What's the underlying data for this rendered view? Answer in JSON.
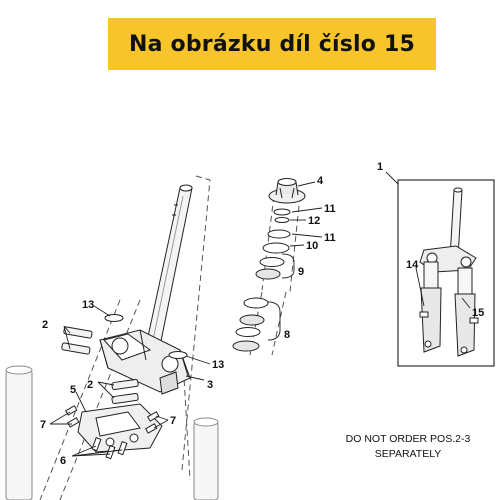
{
  "banner": {
    "text": "Na obrázku díl číslo 15",
    "color": "#f7c52b"
  },
  "callouts": {
    "c1": "1",
    "c2a": "2",
    "c2b": "2",
    "c3": "3",
    "c4": "4",
    "c5": "5",
    "c6": "6",
    "c7a": "7",
    "c7b": "7",
    "c8": "8",
    "c9": "9",
    "c10": "10",
    "c11a": "11",
    "c11b": "11",
    "c12": "12",
    "c13a": "13",
    "c13b": "13",
    "c14": "14",
    "c15": "15"
  },
  "note": {
    "line1": "DO NOT ORDER POS.2-3",
    "line2": "SEPARATELY"
  }
}
